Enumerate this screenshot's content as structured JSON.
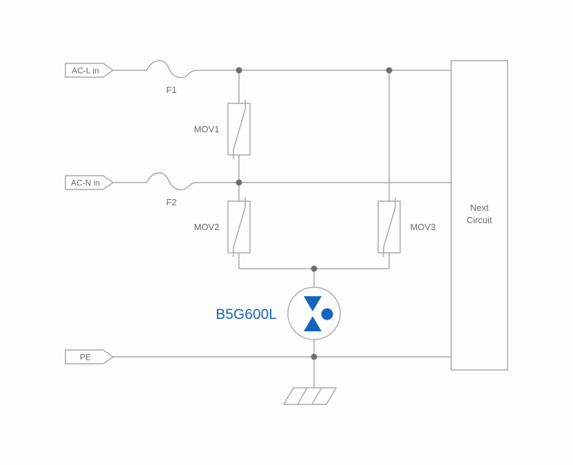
{
  "schematic": {
    "terminals": {
      "ac_l": {
        "label": "AC-L in"
      },
      "ac_n": {
        "label": "AC-N in"
      },
      "pe": {
        "label": "PE"
      }
    },
    "fuses": {
      "f1": {
        "label": "F1"
      },
      "f2": {
        "label": "F2"
      }
    },
    "varistors": {
      "mov1": {
        "label": "MOV1"
      },
      "mov2": {
        "label": "MOV2"
      },
      "mov3": {
        "label": "MOV3"
      }
    },
    "gdt": {
      "label": "B5G600L"
    },
    "next_circuit": {
      "line1": "Next",
      "line2": "Circuit"
    },
    "colors": {
      "wire": "#a8a8a8",
      "label_text": "#6a6a6a",
      "accent_blue": "#1565c0",
      "junction_dot": "#6e6e6e",
      "background": "#fdfdfd"
    }
  }
}
